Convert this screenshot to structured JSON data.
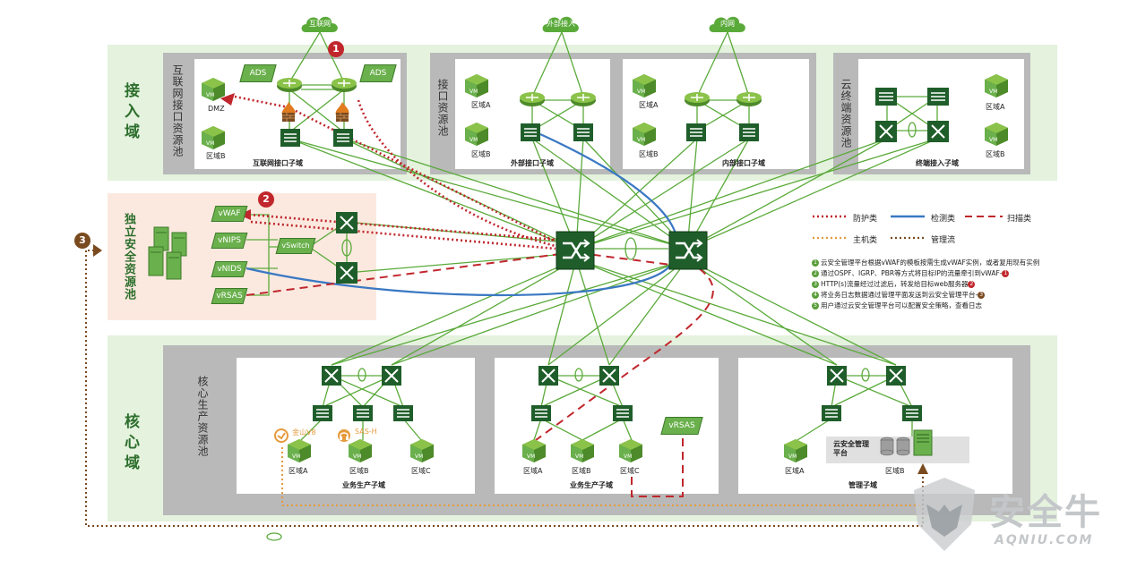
{
  "clouds": {
    "internet": "互联网",
    "external": "外部接入",
    "intranet": "内网"
  },
  "zones": {
    "access": "接入域",
    "independent": "独立安全资源池",
    "core": "核心域"
  },
  "pools": {
    "internet_interface": "互联网接口资源池",
    "interface": "接口资源池",
    "cloud_terminal": "云终端资源池",
    "core_production": "核心生产资源池"
  },
  "subdomains": {
    "internet_sub": "互联网接口子域",
    "external_sub": "外部接口子域",
    "internal_sub": "内部接口子域",
    "terminal_sub": "终端接入子域",
    "business1": "业务生产子域",
    "business2": "业务生产子域",
    "mgmt": "管理子域"
  },
  "areas": {
    "dmz": "DMZ",
    "a": "区域A",
    "b": "区域B",
    "c": "区域C"
  },
  "devices": {
    "ads": "ADS",
    "vm": "VM",
    "vwaf": "vWAF",
    "vnips": "vNIPS",
    "vnids": "vNIDS",
    "vrsas": "vRSAS",
    "vswitch": "vSwitch",
    "vrsas_core": "vRSAS",
    "jinshan": "金山V8",
    "sash": "SAS-H",
    "cloud_platform": "云安全管理平台"
  },
  "badges": {
    "b1": "1",
    "b2": "2",
    "b3": "3"
  },
  "legend": {
    "protect": "防护类",
    "detect": "检测类",
    "scan": "扫描类",
    "host": "主机类",
    "mgmt_flow": "管理流"
  },
  "legend_colors": {
    "protect": "#c0272d",
    "detect": "#3a78c3",
    "scan": "#c0272d",
    "host": "#e69a3b",
    "mgmt_flow": "#7a4a1f"
  },
  "notes": [
    {
      "n": "1",
      "text": "云安全管理平台根据vWAF的模板按需生成vWAF实例，或者复用现有实例"
    },
    {
      "n": "2",
      "text": "通过OSPF、IGRP、PBR等方式将目标IP的流量牵引到vWAF-"
    },
    {
      "n": "3",
      "text": "HTTP(s)流量经过过滤后，转发给目标web服务器"
    },
    {
      "n": "4",
      "text": "将业务日志数据通过管理平面发送到云安全管理平台-"
    },
    {
      "n": "5",
      "text": "用户通过云安全管理平台可以配置安全策略，查看日志"
    }
  ],
  "watermark": {
    "cn": "安全牛",
    "en": "AQNIU.COM"
  },
  "colors": {
    "accent": "#2d6f2d",
    "device": "#1f5e2a",
    "vm_green": "#6ab04c",
    "band": "#e4f2de"
  }
}
